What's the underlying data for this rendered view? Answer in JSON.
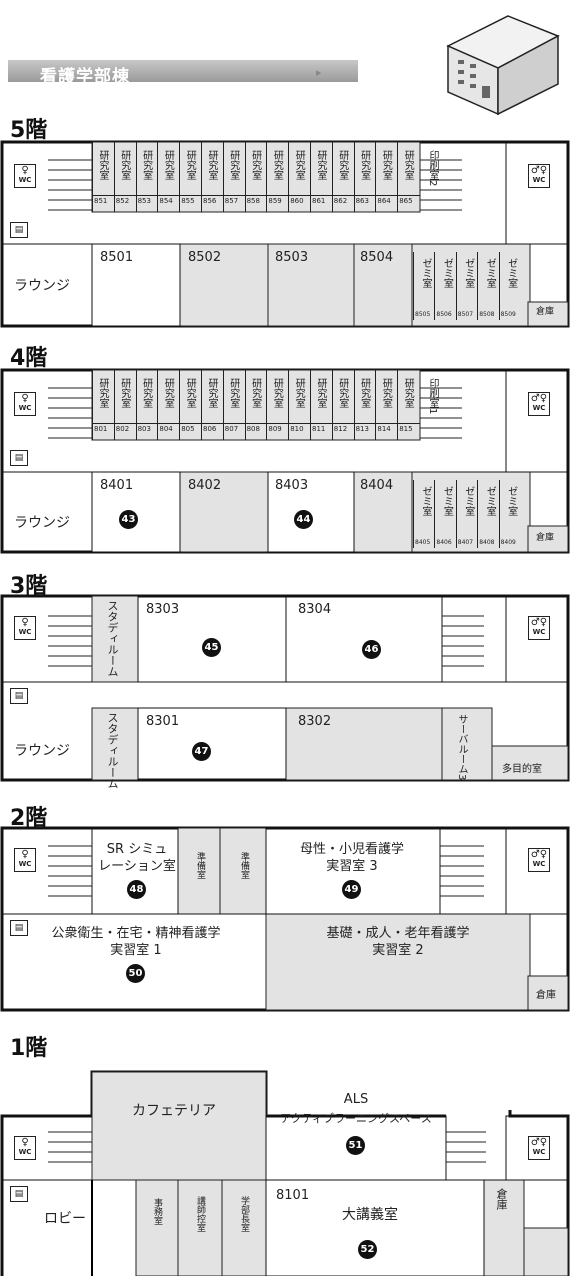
{
  "building_title": "看護学部棟",
  "common": {
    "wc": "WC",
    "lounge": "ラウンジ",
    "storage": "倉庫",
    "study_room": "スタディルーム"
  },
  "floor5": {
    "label": "5階",
    "labs": [
      {
        "name": "研究室",
        "num": "851"
      },
      {
        "name": "研究室",
        "num": "852"
      },
      {
        "name": "研究室",
        "num": "853"
      },
      {
        "name": "研究室",
        "num": "854"
      },
      {
        "name": "研究室",
        "num": "855"
      },
      {
        "name": "研究室",
        "num": "856"
      },
      {
        "name": "研究室",
        "num": "857"
      },
      {
        "name": "研究室",
        "num": "858"
      },
      {
        "name": "研究室",
        "num": "859"
      },
      {
        "name": "研究室",
        "num": "860"
      },
      {
        "name": "研究室",
        "num": "861"
      },
      {
        "name": "研究室",
        "num": "862"
      },
      {
        "name": "研究室",
        "num": "863"
      },
      {
        "name": "研究室",
        "num": "864"
      },
      {
        "name": "研究室",
        "num": "865"
      }
    ],
    "print_room": "印刷室2",
    "rooms": [
      "8501",
      "8502",
      "8503",
      "8504"
    ],
    "seminars": [
      {
        "name": "ゼミ室",
        "num": "8505"
      },
      {
        "name": "ゼミ室",
        "num": "8506"
      },
      {
        "name": "ゼミ室",
        "num": "8507"
      },
      {
        "name": "ゼミ室",
        "num": "8508"
      },
      {
        "name": "ゼミ室",
        "num": "8509"
      }
    ]
  },
  "floor4": {
    "label": "4階",
    "labs": [
      {
        "name": "研究室",
        "num": "801"
      },
      {
        "name": "研究室",
        "num": "802"
      },
      {
        "name": "研究室",
        "num": "803"
      },
      {
        "name": "研究室",
        "num": "804"
      },
      {
        "name": "研究室",
        "num": "805"
      },
      {
        "name": "研究室",
        "num": "806"
      },
      {
        "name": "研究室",
        "num": "807"
      },
      {
        "name": "研究室",
        "num": "808"
      },
      {
        "name": "研究室",
        "num": "809"
      },
      {
        "name": "研究室",
        "num": "810"
      },
      {
        "name": "研究室",
        "num": "811"
      },
      {
        "name": "研究室",
        "num": "812"
      },
      {
        "name": "研究室",
        "num": "813"
      },
      {
        "name": "研究室",
        "num": "814"
      },
      {
        "name": "研究室",
        "num": "815"
      }
    ],
    "print_room": "印刷室1",
    "rooms": [
      {
        "num": "8401",
        "marker": "43"
      },
      {
        "num": "8402",
        "marker": ""
      },
      {
        "num": "8403",
        "marker": "44"
      },
      {
        "num": "8404",
        "marker": ""
      }
    ],
    "seminars": [
      {
        "name": "ゼミ室",
        "num": "8405"
      },
      {
        "name": "ゼミ室",
        "num": "8406"
      },
      {
        "name": "ゼミ室",
        "num": "8407"
      },
      {
        "name": "ゼミ室",
        "num": "8408"
      },
      {
        "name": "ゼミ室",
        "num": "8409"
      }
    ]
  },
  "floor3": {
    "label": "3階",
    "rooms": [
      {
        "num": "8303",
        "marker": "45"
      },
      {
        "num": "8304",
        "marker": "46"
      },
      {
        "num": "8301",
        "marker": "47"
      },
      {
        "num": "8302",
        "marker": ""
      }
    ],
    "server_room": "サーバルーム3",
    "multipurpose": "多目的室"
  },
  "floor2": {
    "label": "2階",
    "sr_line1": "SR シミュ",
    "sr_line2": "レーション室",
    "sr_marker": "48",
    "prep_room": "準備室",
    "maternal_line1": "母性・小児看護学",
    "maternal_line2": "実習室 3",
    "maternal_marker": "49",
    "public_line1": "公衆衛生・在宅・精神看護学",
    "public_line2": "実習室 1",
    "public_marker": "50",
    "basic_line1": "基礎・成人・老年看護学",
    "basic_line2": "実習室 2"
  },
  "floor1": {
    "label": "1階",
    "cafeteria": "カフェテリア",
    "als_line1": "ALS",
    "als_line2": "アクティブラーニングスペース",
    "als_marker": "51",
    "lobby": "ロビー",
    "office": "事務室",
    "lecturer_room": "講師控室",
    "dean_room": "学部長室",
    "hall_num": "8101",
    "hall_name": "大講義室",
    "hall_marker": "52"
  }
}
